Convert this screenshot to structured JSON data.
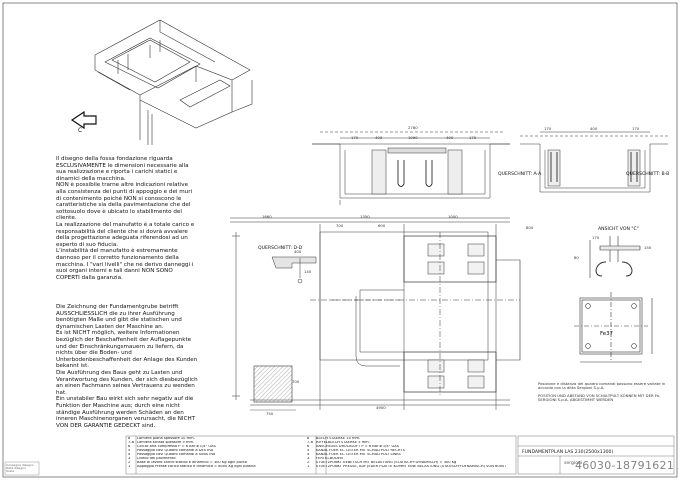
{
  "notes": {
    "italian": "Il disegno della fossa fondazione riguarda ESCLUSIVAMENTE le dimensioni necessarie alla sua realizzazione e riporta i carichi statici e dinamici della macchina.\nNON è possibile trarne altre indicazioni relative alla consistenza dei punti di appoggio e dei muri di contenimento poiché NON si conoscono le caratteristiche sia della pavimentazione che del sottosuolo dove è ubicato lo stabilimento del cliente.\nLa realizzazione del manufatto è a totale carico e responsabilità del cliente che si dovrà avvalere della progettazione adeguata riferendosi ad un esperto di suo fiducia.\nL'instabilità del manufatto è estremamente dannoso per il corretto funzionamento della macchina. I \"vari livelli\" che ne derivo danneggi i suoi organi interni e tali danni NON SONO COPERTI dalla garanzia.",
    "german": "Die Zeichnung der Fundamentgrube betrifft AUSSCHLIESSLICH die zu ihrer Ausführung benötigten Maße und gibt die statischen und dynamischen Lasten der Maschine an.\nEs ist NICHT möglich, weitere Informationen bezüglich der Beschaffenheit der Auflagepunkte und der Einschränkungsmauern zu liefern, da nichts über die Boden- und Unterbodenbeschaffenheit der Anlage des Kunden bekannt ist.\nDie Ausführung des Baus geht zu Lasten und Verantwortung des Kunden, der sich diesbezüglich an einen Fachmann seines Vertrauens zu wenden hat.\nEin unstabiler Bau wirkt sich sehr negativ auf die Funktion der Maschine aus; durch eine nicht ständige Ausführung werden Schäden an den inneren Maschinenorganen verursacht, die NICHT VON DER GARANTIE GEDECKT sind."
  },
  "sections": {
    "a": "QUERSCHNITT: A-A",
    "b": "QUERSCHNITT: B-B",
    "d": "QUERSCHNITT: D-D",
    "view_c": "ANSICHT VON \"C\""
  },
  "dimensions": {
    "top_total": "2780",
    "top_mid": "1090",
    "top_left": "170",
    "top_right": "170",
    "top_a": "400",
    "top_b": "400",
    "plan_left": "1660",
    "plan_mid": "1350",
    "plan_right": "1000",
    "plan_sub": "700",
    "plan_sub2": "600",
    "plan_total": "4900",
    "right_w": "800",
    "bb_a": "170",
    "bb_b": "400",
    "bb_c": "170",
    "c_a": "170",
    "c_b": "80",
    "c_c": "150",
    "f_a": "Fe37",
    "d_a": "400",
    "d_b": "140",
    "small_a": "750",
    "small_b": "700"
  },
  "remarks": {
    "it": "Posizione e distanza del quadro comandi possono essere variate in accordo con la ditta Sergioni S.p.A.",
    "de": "POSITION UND ABSTAND VON SCHALTPULT KÖNNEN MIT DER Fa. SERGIONI S.p.A. ABGESTIMMT WERDEN"
  },
  "legend": [
    {
      "n1": "8",
      "t1": "Lamiera piana spessore 10 mm.",
      "n2": "8",
      "t2": "BLECH STAERKE 10 mm."
    },
    {
      "n1": "7-8",
      "t1": "Lamiera striata spessore 5 mm.",
      "n2": "7-8",
      "t2": "RIFFELBLECH STAERKE 5 mm."
    },
    {
      "n1": "6",
      "t1": "Coll.to aria compressa P = 6 Bar ø 1/4\" GAS",
      "n2": "6",
      "t2": "ANSCHLUSS DRUCKLUFT P = 6 Bar ø 1/4\" GAS"
    },
    {
      "n1": "5",
      "t1": "Passaggio cavi Quadro comandi a DESTRA",
      "n2": "5",
      "t2": "KANAL FUER EL. LEITER MIT SCHALTPULT RECHTS"
    },
    {
      "n1": "4",
      "t1": "Passaggio cavi Quadro comandi a SINISTRA",
      "n2": "4",
      "t2": "KANAL FUER EL. LEITER MIT SCHALTPULT LINKS"
    },
    {
      "n1": "3",
      "t1": "Livello del pavimento",
      "n2": "3",
      "t2": "FERTIG-BODEN"
    },
    {
      "n1": "2",
      "t1": "Base di lavoro carico statico e dinamico = 300 Kg ogni punto",
      "n2": "2",
      "t2": "STUETZPUNKT UEBETSCH MIT BELASTUNG (STATISCH+DYNAMISCH) = 300 Kg"
    },
    {
      "n1": "1",
      "t1": "Appoggio Presse carico statico e dinamico = 8000 Kg ogni piastra",
      "n2": "1",
      "t2": "STUETZPUNKT PRESSE, AUF JEDER PLATTE KOMMT EINE BELASTUNG (STATISCH+DYNAMISCH) VON 8000 Kg"
    }
  ],
  "title_block": {
    "title": "FUNDAMENTPLAN LAS 230(2500x1300)",
    "company": "sergioni"
  },
  "corner": "Consegna disegno\nData disegno\nScala",
  "watermark": "46030-18791621",
  "arrow_label": "C"
}
